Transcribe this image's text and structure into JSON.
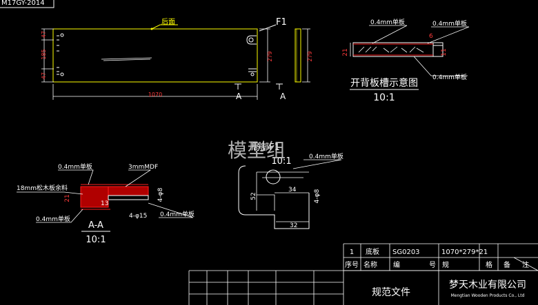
{
  "drawing_code": "M17GY-2014",
  "main_view": {
    "back_label": "后面",
    "dims_left": [
      "47",
      "185",
      "47"
    ],
    "dim_width": "1070",
    "section_mark": "A",
    "view_label": "F1",
    "dim_height": "279"
  },
  "side_view": {
    "section_mark": "A",
    "dim_height": "279"
  },
  "groove_detail": {
    "label_top_left": "0.4mm单板",
    "label_top_right": "0.4mm单板",
    "label_bottom_right": "0.4mm单板",
    "dim_left": "21",
    "dim_top": "6",
    "dim_right": "11",
    "title": "开背板槽示意图",
    "scale": "10:1"
  },
  "partial_view": {
    "title": "局部F1",
    "scale": "10:1",
    "label_veneer": "0.4mm单板",
    "dim_34": "34",
    "dim_52": "52",
    "dim_32": "32",
    "dim_hole": "4-φ8"
  },
  "section_aa": {
    "label_veneer_top": "0.4mm单板",
    "label_mdf": "3mmMDF",
    "label_pine": "18mm松木板余料",
    "label_veneer_bottom": "0.4mm单板",
    "label_veneer_right": "0.4mm单板",
    "dim_21": "21",
    "dim_13": "13",
    "dim_hole1": "4-φ8",
    "dim_hole2": "4-φ15",
    "title": "A-A",
    "scale": "10:1"
  },
  "watermark": "模型组",
  "title_block": {
    "row": {
      "no": "1",
      "name": "底板",
      "code": "SG0203",
      "spec": "1070*279*21"
    },
    "header": {
      "no": "序号",
      "name": "名称",
      "code_a": "编",
      "code_b": "号",
      "spec_a": "规",
      "spec_b": "格",
      "remark_a": "备",
      "remark_b": "注"
    },
    "doc_title": "规范文件",
    "company_cn": "梦天木业有限公司",
    "company_en": "Mengtian Wooden Products Co., Ltd"
  },
  "colors": {
    "bg": "#000000",
    "line": "#ffffff",
    "accent": "#ffff00",
    "hatch": "#ff2020",
    "dim": "#ff3b3b"
  }
}
